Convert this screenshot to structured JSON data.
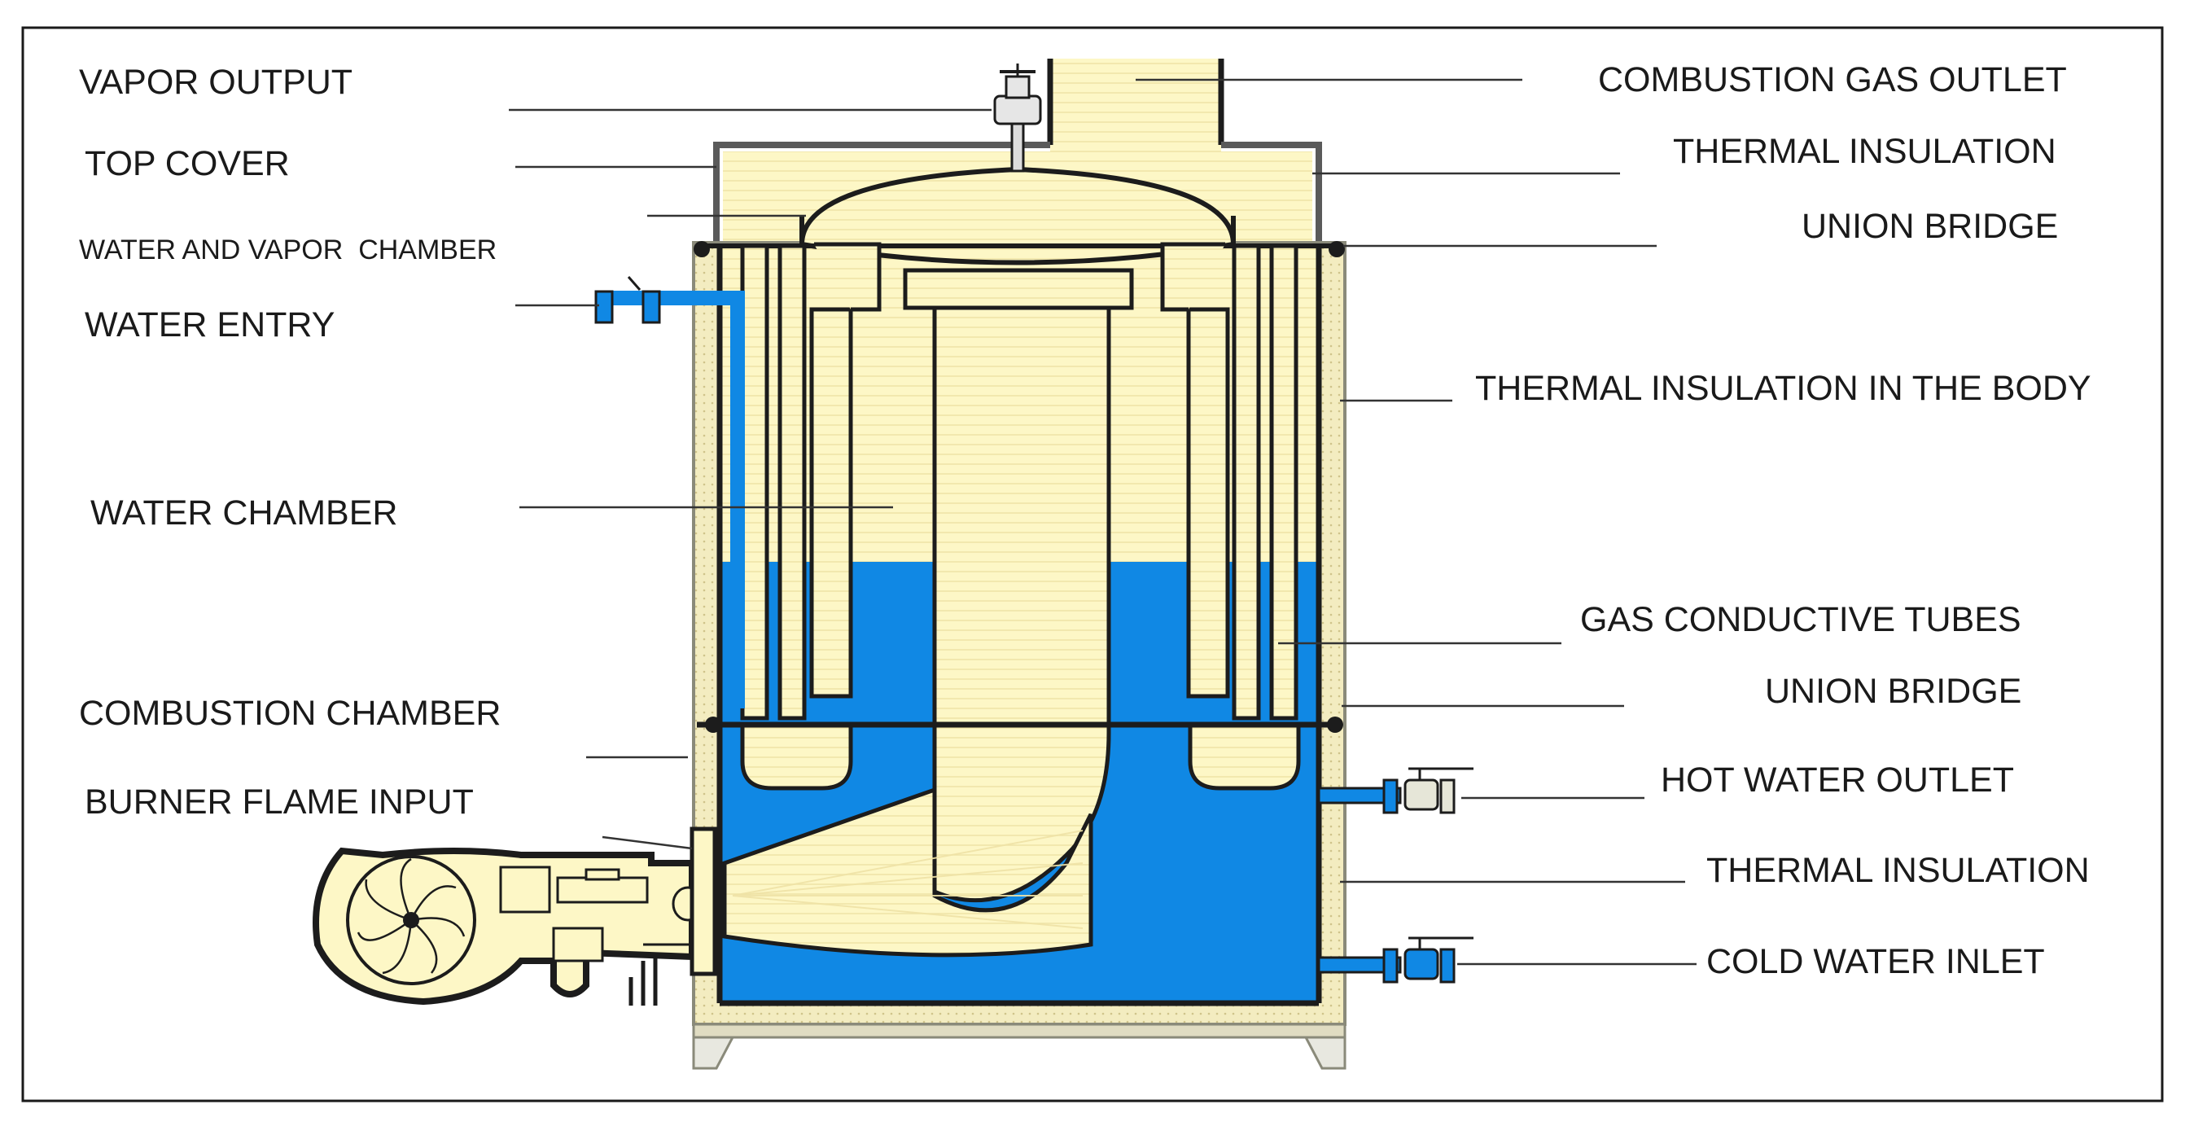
{
  "labels": {
    "left": [
      "VAPOR OUTPUT",
      "TOP COVER",
      "WATER AND VAPOR  CHAMBER",
      "WATER ENTRY",
      "WATER CHAMBER",
      "COMBUSTION CHAMBER",
      "BURNER FLAME INPUT"
    ],
    "right": [
      "COMBUSTION GAS OUTLET",
      "THERMAL INSULATION",
      "UNION BRIDGE",
      "THERMAL INSULATION IN THE BODY",
      "GAS CONDUCTIVE TUBES",
      "UNION BRIDGE",
      "HOT WATER OUTLET",
      "THERMAL INSULATION",
      "COLD WATER INLET"
    ]
  },
  "colors": {
    "water": "#1088e4",
    "cream": "#fdf7c6",
    "insulation": "#f3ecc0",
    "outline": "#1c1c1c",
    "frame": "#b8b8b0",
    "leader": "#333333"
  }
}
